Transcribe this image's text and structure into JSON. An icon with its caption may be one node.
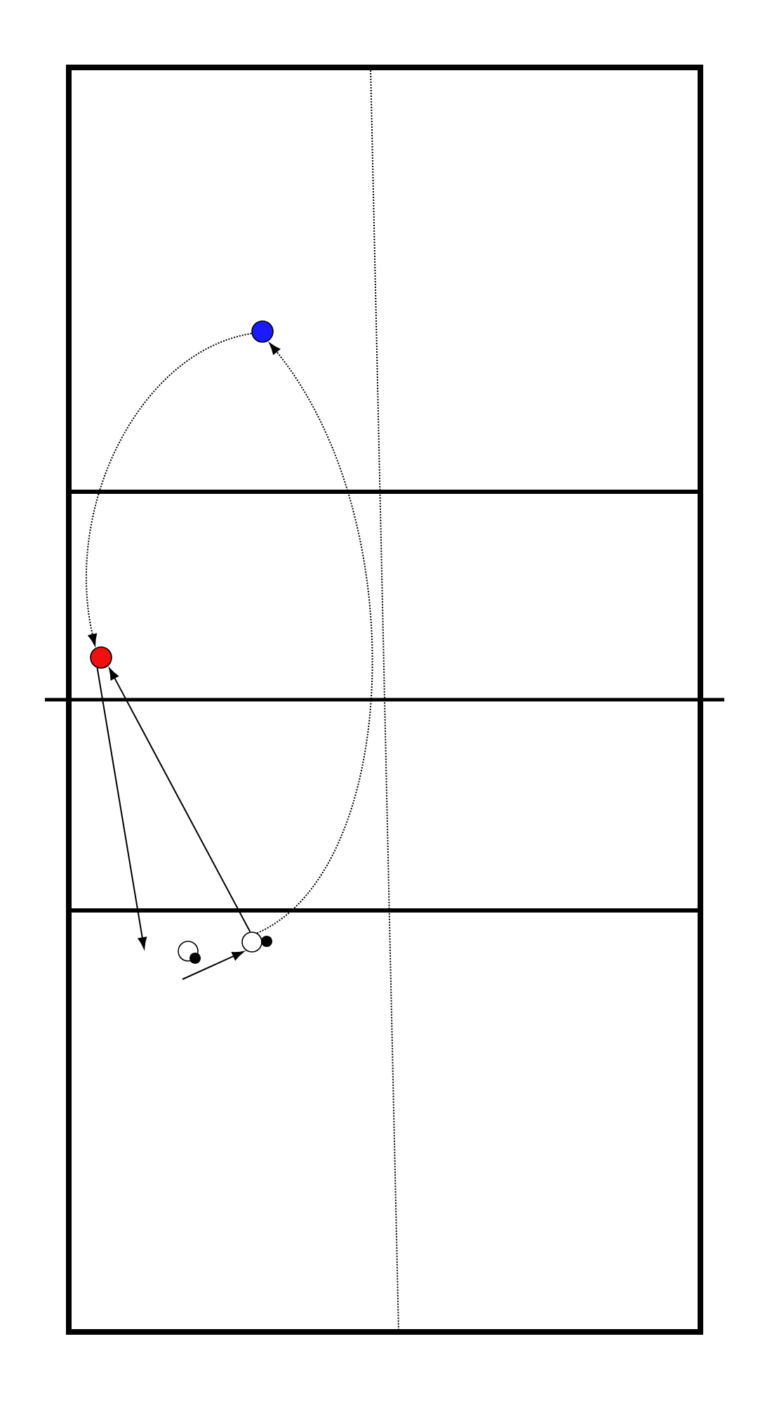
{
  "diagram": {
    "nodes": [
      {
        "text": [],
        "shape": "circle"
      },
      {
        "text": [],
        "shape": "circle"
      },
      {
        "text": [],
        "shape": "circle"
      },
      {
        "text": [],
        "shape": "circle"
      }
    ],
    "edges": [
      {
        "from": 3,
        "to": 0,
        "arrow": "to",
        "style": "dashed"
      },
      {
        "from": 0,
        "to": 1,
        "arrow": "to",
        "style": "dashed"
      },
      {
        "from": 3,
        "to": 1,
        "arrow": "to"
      },
      {
        "from": 1,
        "to": null,
        "arrow": "to"
      },
      {
        "from": null,
        "to": 3,
        "arrow": "to"
      }
    ]
  }
}
